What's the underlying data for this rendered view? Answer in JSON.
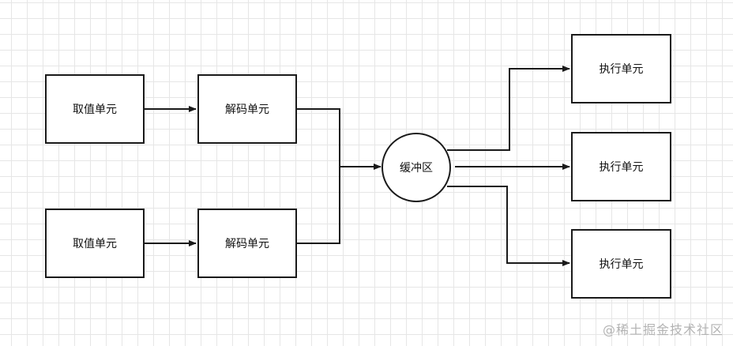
{
  "nodes": {
    "fetch_1": "取值单元",
    "fetch_2": "取值单元",
    "decode_1": "解码单元",
    "decode_2": "解码单元",
    "buffer": "缓冲区",
    "exec_1": "执行单元",
    "exec_2": "执行单元",
    "exec_3": "执行单元"
  },
  "watermark": "@稀土掘金技术社区",
  "colors": {
    "stroke": "#1a1a1a",
    "grid": "#e6e6e6",
    "watermark": "#b3b3b3"
  }
}
